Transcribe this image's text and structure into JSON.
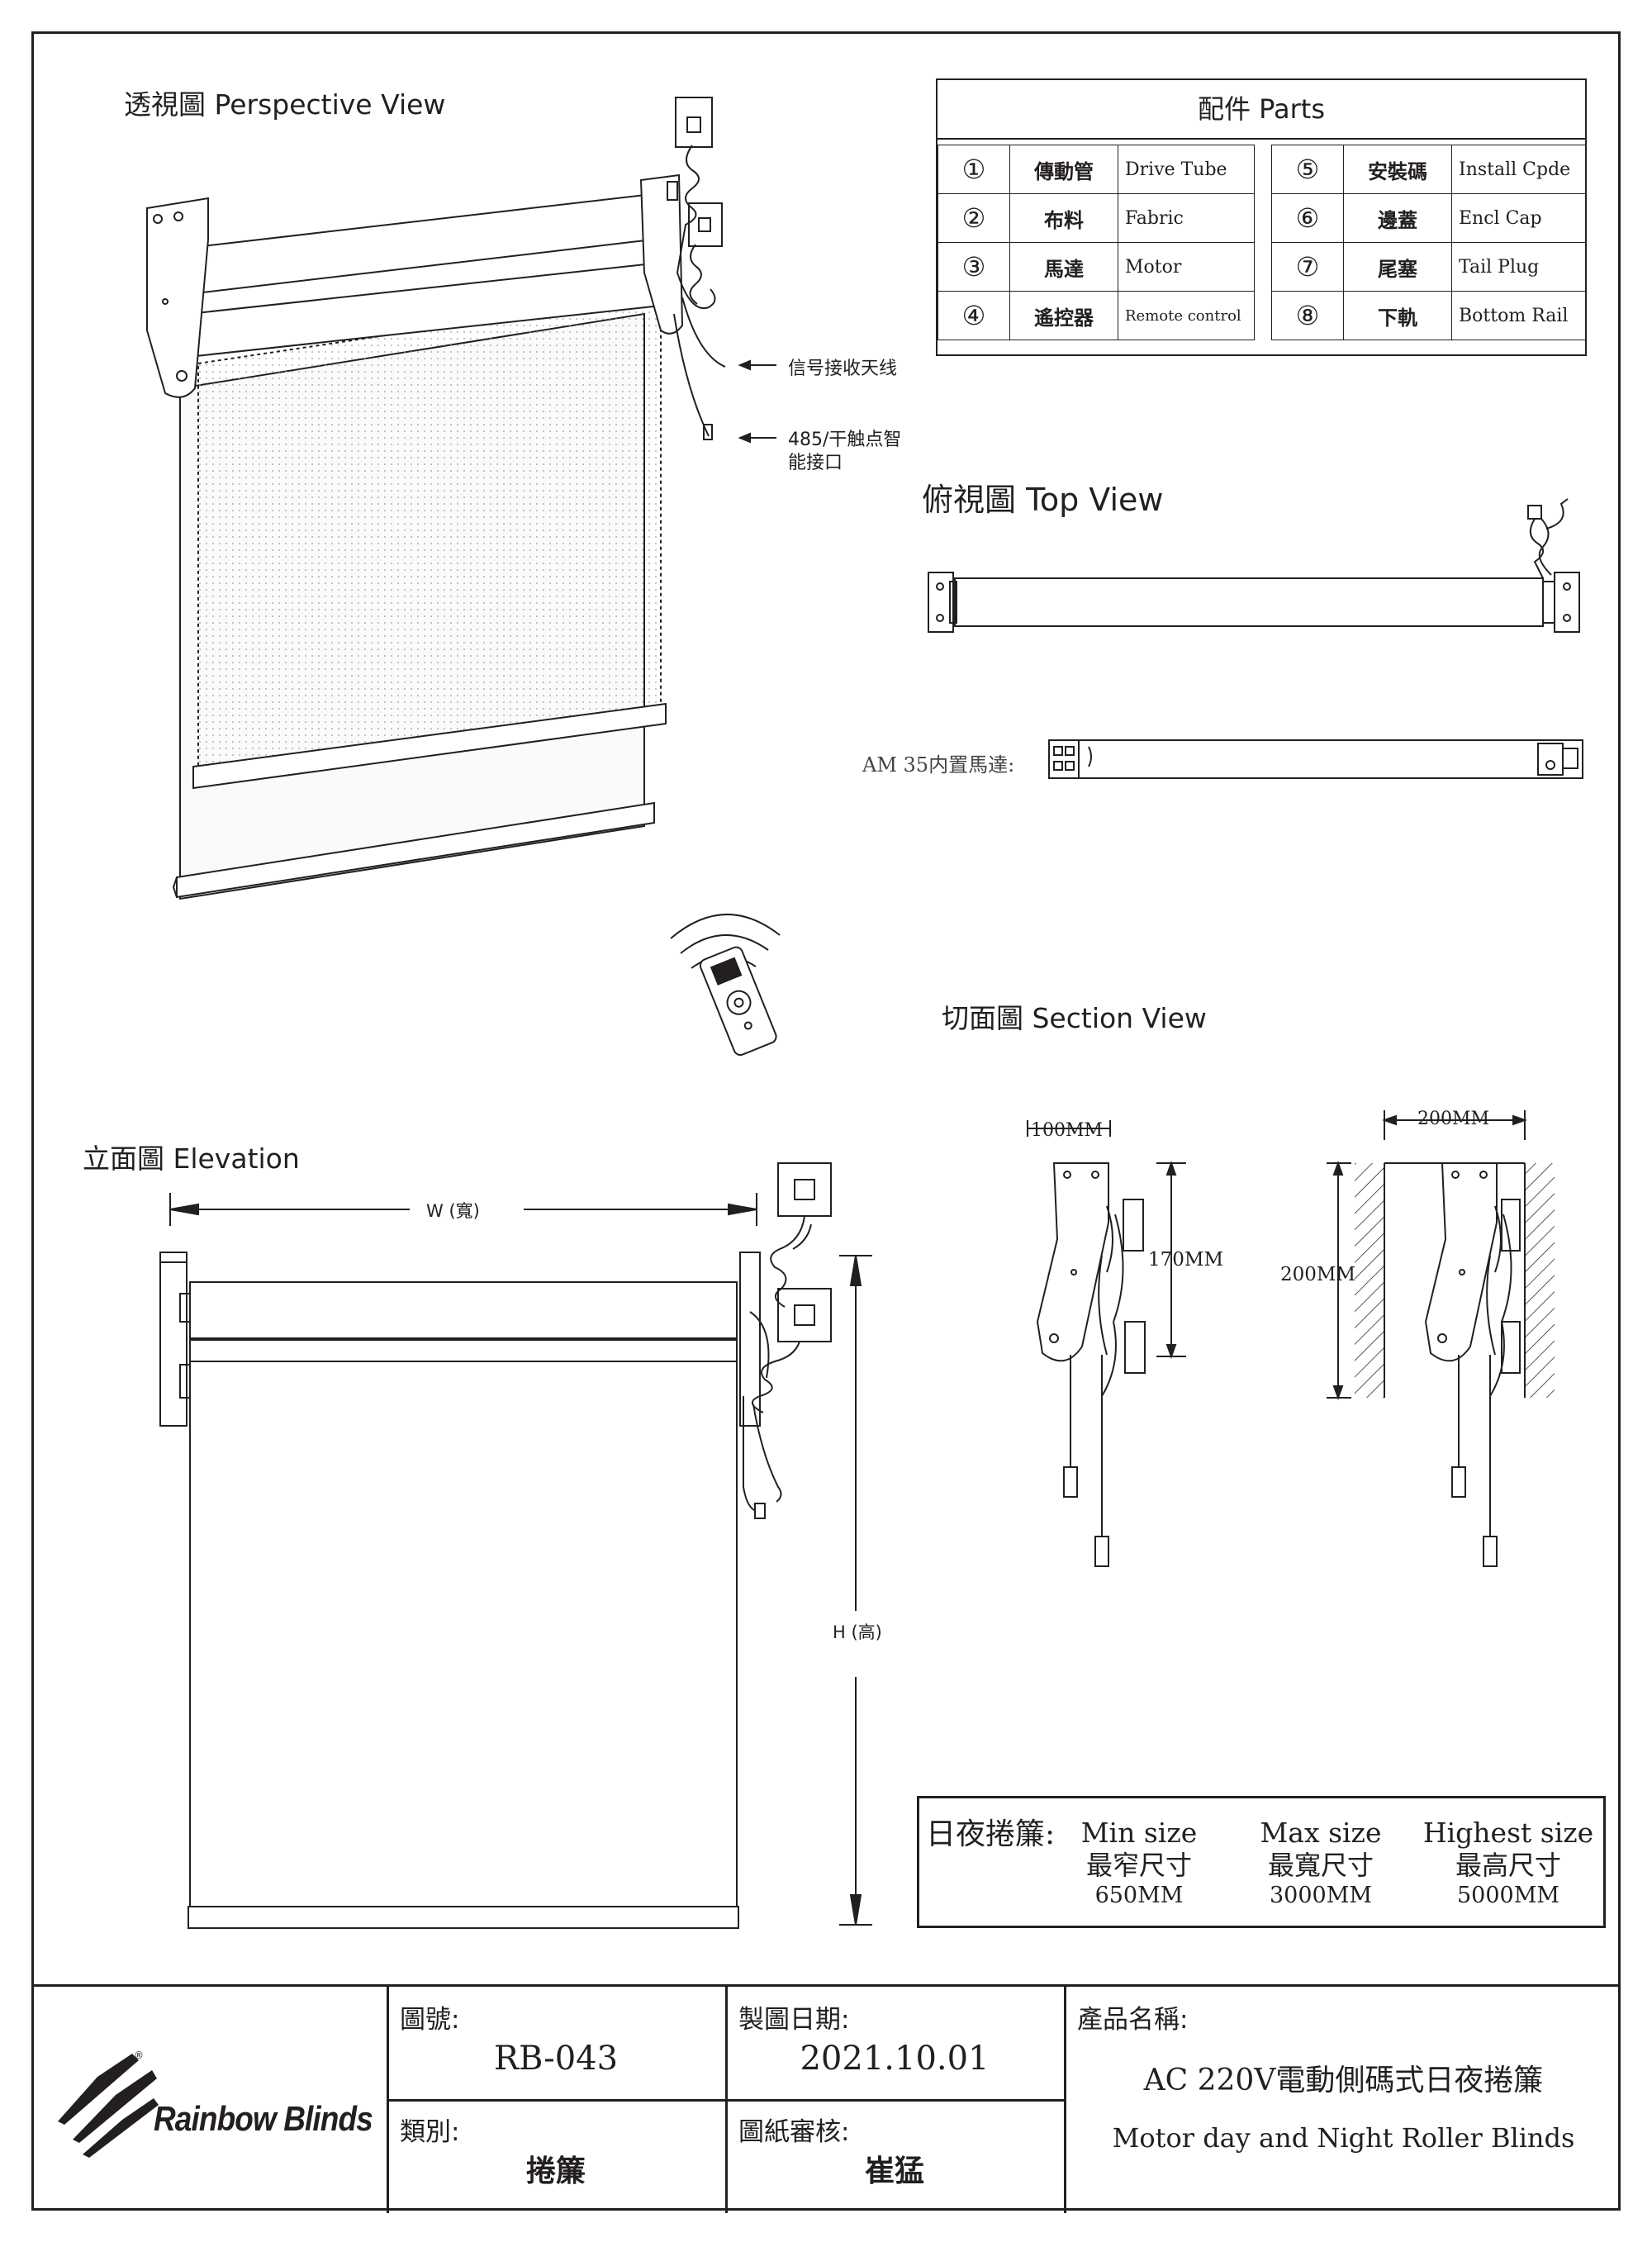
{
  "headings": {
    "perspective": "透視圖 Perspective View",
    "top": "俯視圖 Top View",
    "section": "切面圖 Section View",
    "elevation": "立面圖 Elevation"
  },
  "parts": {
    "title": "配件 Parts",
    "items": [
      {
        "num": "①",
        "zh": "傳動管",
        "en": "Drive Tube"
      },
      {
        "num": "②",
        "zh": "布料",
        "en": "Fabric"
      },
      {
        "num": "③",
        "zh": "馬達",
        "en": "Motor"
      },
      {
        "num": "④",
        "zh": "遙控器",
        "en": "Remote control"
      },
      {
        "num": "⑤",
        "zh": "安裝碼",
        "en": "Install Cpde"
      },
      {
        "num": "⑥",
        "zh": "邊蓋",
        "en": "Encl Cap"
      },
      {
        "num": "⑦",
        "zh": "尾塞",
        "en": "Tail Plug"
      },
      {
        "num": "⑧",
        "zh": "下軌",
        "en": "Bottom Rail"
      }
    ]
  },
  "callouts": {
    "antenna": "信号接收天线",
    "port_line1": "485/干触点智",
    "port_line2": "能接口",
    "motor": "AM 35内置馬達:"
  },
  "dims": {
    "section_width1": "100MM",
    "section_height1": "170MM",
    "section_width2": "200MM",
    "section_height2": "200MM",
    "elev_width": "W (寬)",
    "elev_height": "H (高)"
  },
  "sizes": {
    "label": "日夜捲簾:",
    "min_en": "Min size",
    "min_zh": "最窄尺寸",
    "min_val": "650MM",
    "max_en": "Max size",
    "max_zh": "最寬尺寸",
    "max_val": "3000MM",
    "high_en": "Highest size",
    "high_zh": "最高尺寸",
    "high_val": "5000MM"
  },
  "titleblock": {
    "logo_text": "Rainbow Blinds",
    "logo_mark": "®",
    "drawing_no_label": "圖號:",
    "drawing_no": "RB-043",
    "date_label": "製圖日期:",
    "date": "2021.10.01",
    "product_label": "產品名稱:",
    "product_zh": "AC 220V電動側碼式日夜捲簾",
    "product_en": "Motor day and Night Roller Blinds",
    "category_label": "類別:",
    "category": "捲簾",
    "review_label": "圖紙審核:",
    "reviewer": "崔猛"
  },
  "colors": {
    "line": "#231f20",
    "paper": "#ffffff",
    "fabric": "#f4f4f4"
  }
}
